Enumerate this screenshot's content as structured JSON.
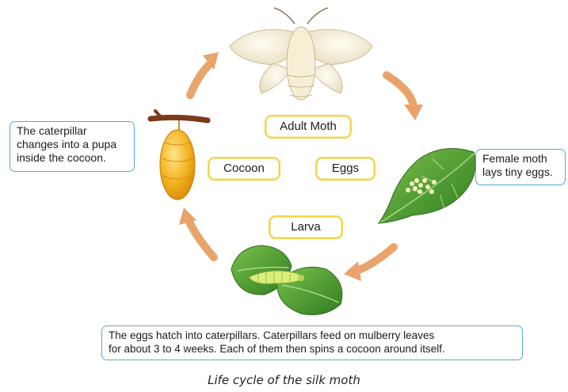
{
  "diagram": {
    "stages": {
      "adult_moth": "Adult Moth",
      "eggs": "Eggs",
      "larva": "Larva",
      "cocoon": "Cocoon"
    },
    "callouts": {
      "eggs_note_line1": "Female moth",
      "eggs_note_line2": "lays tiny eggs.",
      "cocoon_note_line1": "The caterpillar",
      "cocoon_note_line2": "changes into a pupa",
      "cocoon_note_line3": "inside the cocoon.",
      "larva_note_line1": "The eggs hatch into caterpillars. Caterpillars feed on mulberry leaves",
      "larva_note_line2": "for about 3 to 4 weeks. Each of them then spins a cocoon around itself."
    },
    "caption": "Life cycle of the silk moth",
    "icons": [
      "silk-moth-icon",
      "mulberry-leaf-with-eggs-icon",
      "caterpillar-on-leaf-icon",
      "cocoon-on-twig-icon",
      "cycle-arrow-icon"
    ],
    "colors": {
      "arrow": "#e9a36b",
      "stage_border": "#f3d34a",
      "callout_border": "#5aa7d6",
      "leaf": "#3f8f2c",
      "cocoon": "#f2b125"
    }
  }
}
